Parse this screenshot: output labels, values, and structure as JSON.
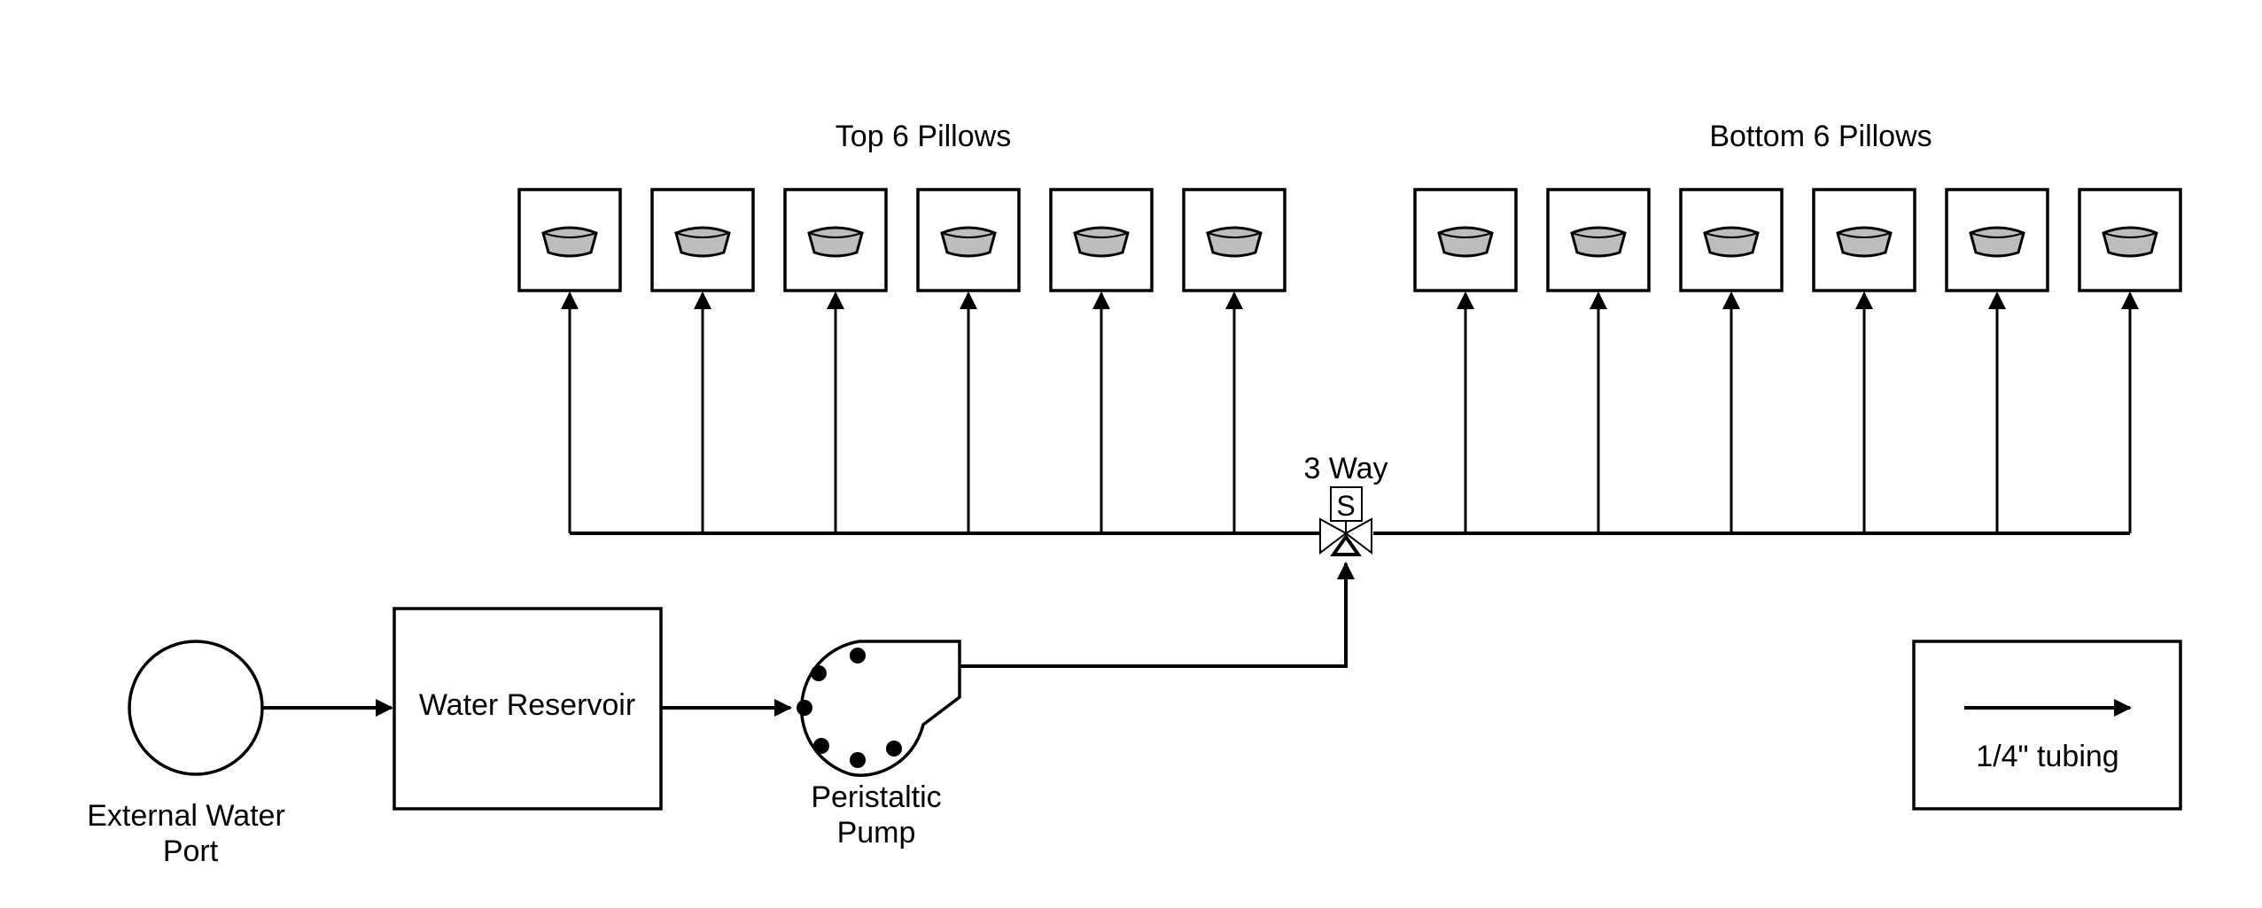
{
  "labels": {
    "top_group": "Top 6 Pillows",
    "bottom_group": "Bottom 6 Pillows",
    "valve": "3 Way",
    "valve_symbol": "S",
    "reservoir": "Water Reservoir",
    "external_port_line1": "External Water",
    "external_port_line2": "Port",
    "pump_line1": "Peristaltic",
    "pump_line2": "Pump",
    "legend": "1/4\" tubing"
  },
  "groups": [
    {
      "name": "top",
      "count": 6,
      "icon": "pillow-icon"
    },
    {
      "name": "bottom",
      "count": 6,
      "icon": "pillow-icon"
    }
  ],
  "colors": {
    "stroke": "#000000",
    "pillow_fill": "#bdbdbd",
    "background": "#ffffff"
  }
}
